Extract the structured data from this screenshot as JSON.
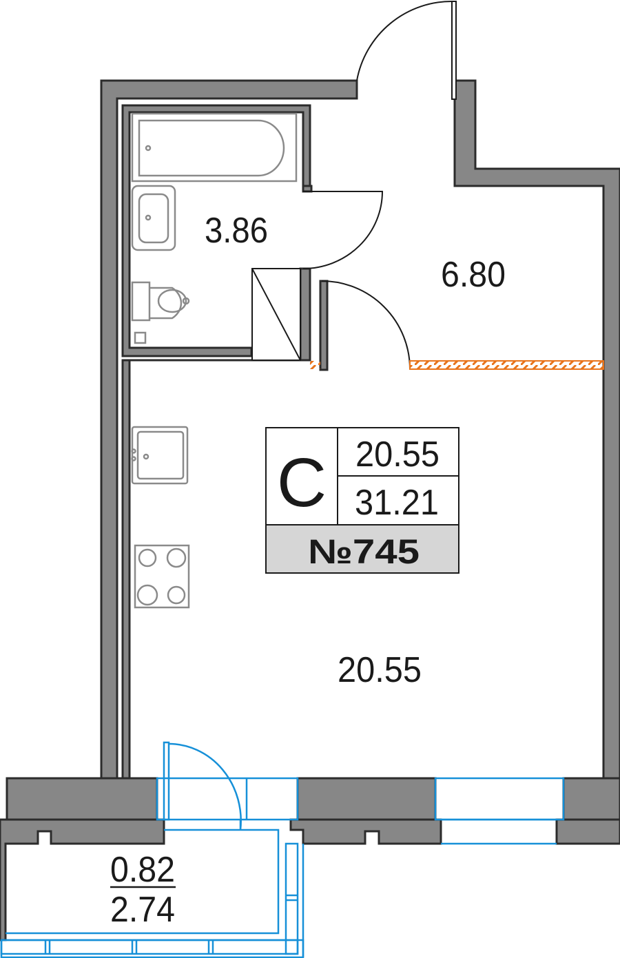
{
  "rooms": {
    "bathroom_area": "3.86",
    "hallway_area": "6.80",
    "living_area": "20.55",
    "balcony_area": "0.82",
    "balcony_total": "2.74"
  },
  "legend": {
    "type_letter": "C",
    "living_area": "20.55",
    "total_area": "31.21",
    "apartment_number": "№745"
  },
  "colors": {
    "wall": "#878787",
    "window": "#1690d8",
    "threshold": "#e8731a",
    "legend_bg": "#d6d6d6"
  }
}
